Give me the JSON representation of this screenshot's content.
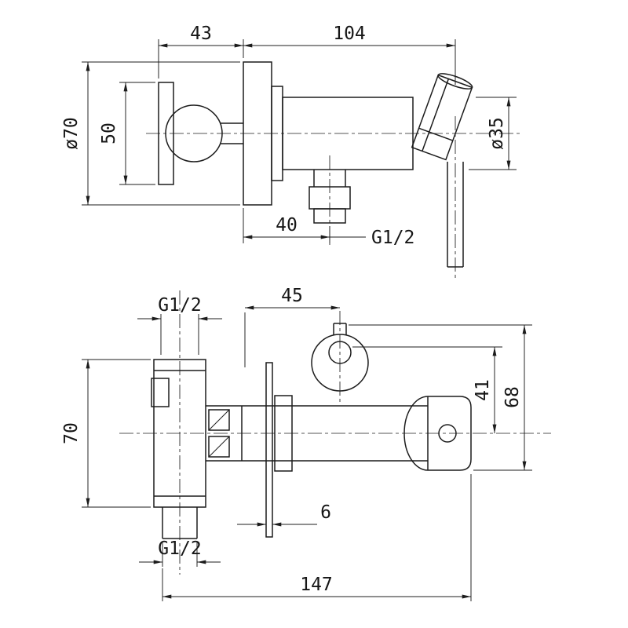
{
  "colors": {
    "background": "#ffffff",
    "line": "#1c1c1c"
  },
  "side_view": {
    "dim_43": "43",
    "dim_104": "104",
    "dim_plate_diameter": "ø70",
    "dim_handle_length": "50",
    "dim_body_diameter": "ø35",
    "dim_outlet_offset": "40",
    "outlet_thread_label": "G1/2"
  },
  "plan_view": {
    "inlet_thread_label": "G1/2",
    "dim_holder_offset": "45",
    "dim_body_height": "70",
    "dim_holder_to_axis": "41",
    "dim_holder_to_edge": "68",
    "dim_plate_thickness": "6",
    "outlet_thread_label": "G1/2",
    "dim_overall_length": "147"
  }
}
